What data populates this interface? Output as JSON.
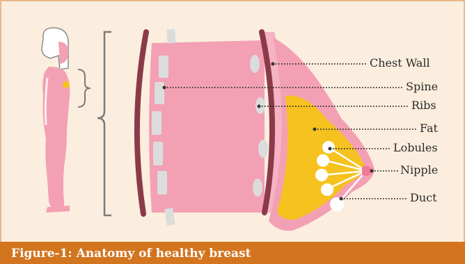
{
  "labels": {
    "chest_wall": "Chest Wall",
    "spine": "Spine",
    "ribs": "Ribs",
    "fat": "Fat",
    "lobules": "Lobules",
    "nipple": "Nipple",
    "duct": "Duct"
  },
  "caption": "Figure-1: Anatomy of healthy breast",
  "colors": {
    "background": "#fbeede",
    "frame_border": "#e9b98a",
    "tissue_pink": "#f3a0b4",
    "chest_band": "#8b3a4a",
    "fat_yellow": "#f6c21f",
    "bone_grey": "#dcdcdc",
    "caption_bar": "#d3741f",
    "caption_text": "#ffffff"
  }
}
